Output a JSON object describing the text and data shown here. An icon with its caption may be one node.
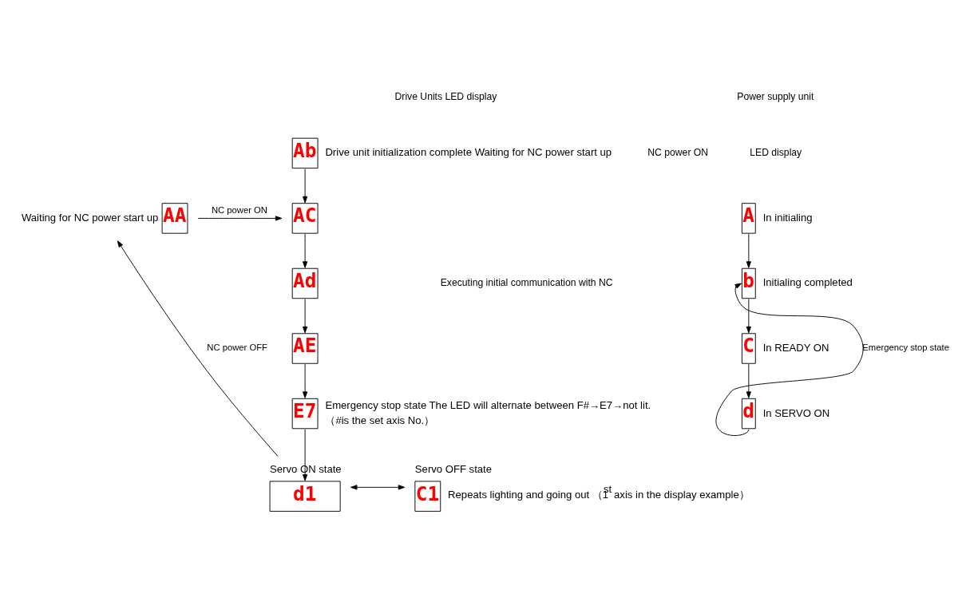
{
  "diagram": {
    "nodes": [
      {
        "text": [
          "AA"
        ],
        "beside": [
          "Waiting for NC power start up"
        ]
      },
      {
        "text": [
          "Ab"
        ],
        "beside": [
          "Drive unit initialization complete Waiting for NC power start up"
        ]
      },
      {
        "text": [
          "AC"
        ]
      },
      {
        "text": [
          "Ad"
        ]
      },
      {
        "text": [
          "AE"
        ]
      },
      {
        "text": [
          "E7"
        ],
        "beside": [
          "Emergency stop state The LED will alternate between F#→E7→not lit.",
          "（#is the set axis No.）"
        ]
      },
      {
        "text": [
          "d1"
        ],
        "beside": [
          "Servo ON state"
        ]
      },
      {
        "text": [
          "C1"
        ],
        "beside": [
          "Servo OFF state",
          "Repeats lighting and going out （1$^{st}$ axis in the display example）"
        ]
      },
      {
        "text": [
          "A"
        ],
        "beside": [
          "In initialing"
        ]
      },
      {
        "text": [
          "b"
        ],
        "beside": [
          "Initialing completed"
        ]
      },
      {
        "text": [
          "C"
        ],
        "beside": [
          "In READY ON"
        ]
      },
      {
        "text": [
          "d"
        ],
        "beside": [
          "In SERVO ON"
        ]
      }
    ],
    "edges": [
      {
        "from": 0,
        "to": 2,
        "arrow": "to",
        "label": "NC power ON"
      },
      {
        "from": 1,
        "to": 2,
        "arrow": "to"
      },
      {
        "from": 2,
        "to": 3,
        "arrow": "to"
      },
      {
        "from": 3,
        "to": 4,
        "arrow": "to"
      },
      {
        "from": 4,
        "to": 5,
        "arrow": "to"
      },
      {
        "from": 5,
        "to": 6,
        "arrow": "to"
      },
      {
        "from": 6,
        "to": 7,
        "arrow": "both"
      },
      {
        "from": 6,
        "to": 0,
        "arrow": "to",
        "label": "NC power OFF"
      },
      {
        "from": 8,
        "to": 9,
        "arrow": "to"
      },
      {
        "from": 9,
        "to": 10,
        "arrow": "to"
      },
      {
        "from": 10,
        "to": 11,
        "arrow": "to"
      },
      {
        "from": 11,
        "to": 9,
        "arrow": "to",
        "label": "Emergency stop state"
      }
    ],
    "labels": [
      "Drive Units LED display",
      "Power supply unit",
      "LED display",
      "NC power ON",
      "Executing initial communication with NC"
    ]
  }
}
